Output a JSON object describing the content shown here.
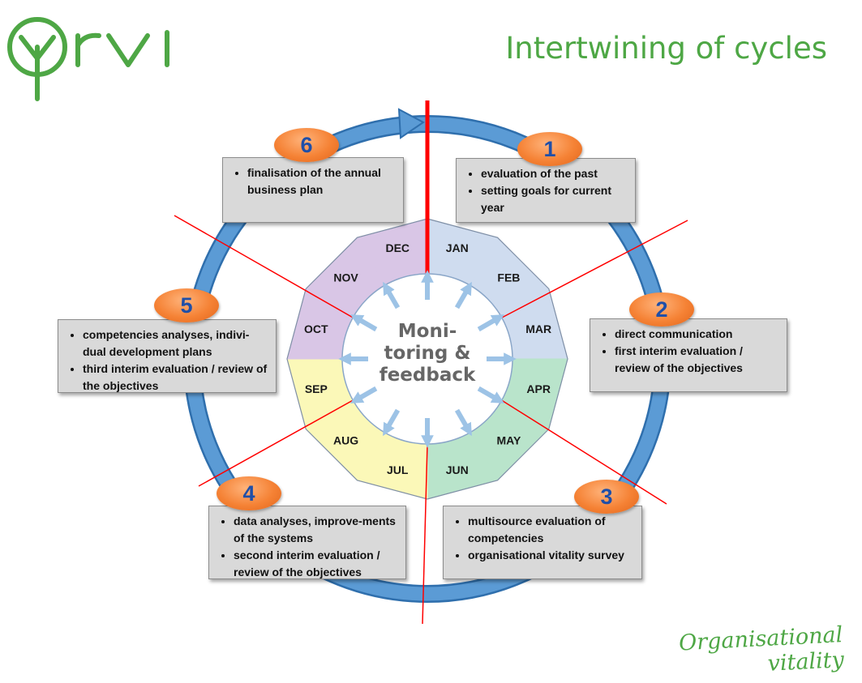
{
  "logo": {
    "name": "orvi-logo",
    "color": "#4ea745"
  },
  "title": "Intertwining of cycles",
  "tagline": "Organisational vitality",
  "center": {
    "lines": [
      "Moni-",
      "toring &",
      "feedback"
    ]
  },
  "months": [
    "JAN",
    "FEB",
    "MAR",
    "APR",
    "MAY",
    "JUN",
    "JUL",
    "AUG",
    "SEP",
    "OCT",
    "NOV",
    "DEC"
  ],
  "colors": {
    "quarter1": "#cfdcef",
    "quarter2": "#b9e4cb",
    "quarter3": "#fbf8b8",
    "quarter4": "#d9c6e6",
    "ring": "#5b9bd5",
    "divider": "#ff0000",
    "badge": "#f58235",
    "badge_text": "#1f4fa8"
  },
  "phases": [
    {
      "number": "1",
      "items": [
        "evaluation of the past",
        "setting goals for current year"
      ]
    },
    {
      "number": "2",
      "items": [
        "direct communication",
        "first interim evaluation / review of the objectives"
      ]
    },
    {
      "number": "3",
      "items": [
        "multisource evaluation of competencies",
        "organisational vitality survey"
      ]
    },
    {
      "number": "4",
      "items": [
        "data analyses, improve-ments of the systems",
        "second interim evaluation / review of the objectives"
      ]
    },
    {
      "number": "5",
      "items": [
        "competencies analyses, indivi-dual development plans",
        "third interim evaluation / review of the objectives"
      ]
    },
    {
      "number": "6",
      "items": [
        "finalisation of the annual business plan"
      ]
    }
  ]
}
